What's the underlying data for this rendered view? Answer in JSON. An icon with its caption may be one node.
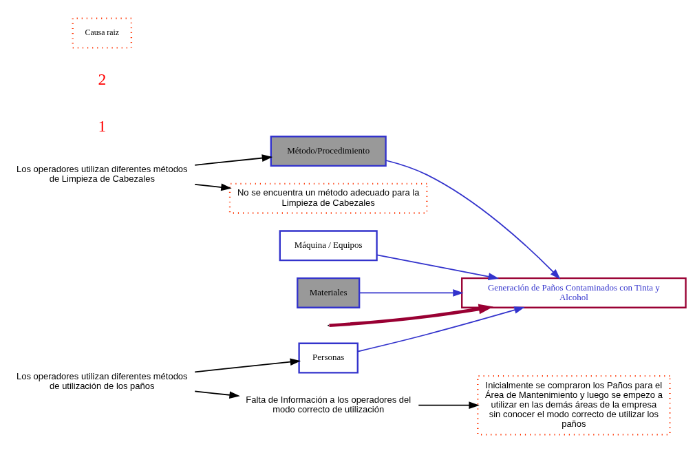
{
  "diagram": {
    "nodes": [
      {
        "text": [
          "Personas"
        ]
      },
      {
        "text": [
          "Método/Procedimiento"
        ]
      },
      {
        "text": [
          "Inicialmente se compraron los Paños para el Área de Mantenimiento y luego se empezo a utilizar en las demás áreas de la empresa sin conocer el modo correcto de utilizar los paños"
        ]
      },
      {
        "text": [
          "Falta de Información a los operadores del modo correcto de utilización"
        ]
      },
      {
        "text": [
          "Los operadores utilizan diferentes métodos de utilización de los paños"
        ]
      },
      {
        "text": [
          "No se encuentra un método adecuado para la Limpieza de Cabezales"
        ]
      },
      {
        "text": [
          "Los operadores utilizan diferentes métodos de Limpieza de Cabezales"
        ]
      },
      {
        "text": [
          "Generación de Paños Contaminados con Tinta y Alcohol"
        ]
      },
      {
        "text": [
          "Máquina / Equipos"
        ]
      },
      {
        "text": [
          "Materiales"
        ]
      }
    ],
    "edges": [
      {
        "from": null,
        "to": 7,
        "arrow": "to",
        "style": "thick",
        "color": "#990033"
      },
      {
        "from": 0,
        "to": 7,
        "arrow": "to",
        "color": "#3333cc"
      },
      {
        "from": 1,
        "to": 7,
        "arrow": "to",
        "color": "#3333cc"
      },
      {
        "from": 8,
        "to": 7,
        "arrow": "to",
        "color": "#3333cc"
      },
      {
        "from": 9,
        "to": 7,
        "arrow": "to",
        "color": "#3333cc"
      },
      {
        "from": 4,
        "to": 3,
        "arrow": "to"
      },
      {
        "from": 3,
        "to": 2,
        "arrow": "to"
      },
      {
        "from": 4,
        "to": 0,
        "arrow": "to"
      },
      {
        "from": 6,
        "to": 5,
        "arrow": "to"
      },
      {
        "from": 6,
        "to": 1,
        "arrow": "to"
      }
    ],
    "labels": [
      "1",
      "2"
    ],
    "legend": [
      {
        "text": "Causa raiz"
      }
    ]
  }
}
